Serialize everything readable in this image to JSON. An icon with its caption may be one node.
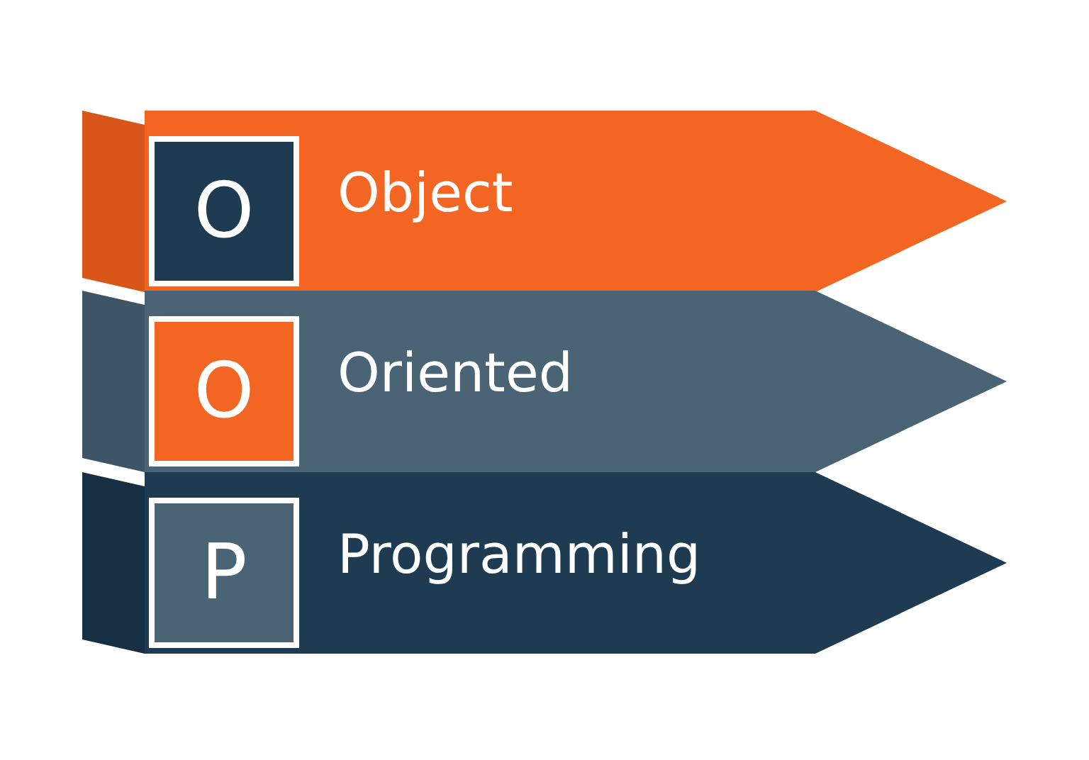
{
  "diagram": {
    "nodes": [
      {
        "text": [
          "Object"
        ]
      },
      {
        "text": [
          "O"
        ],
        "in": 0
      },
      {
        "text": [
          "Oriented"
        ]
      },
      {
        "text": [
          "O"
        ],
        "in": 2
      },
      {
        "text": [
          "Programming"
        ]
      },
      {
        "text": [
          "P"
        ],
        "in": 4
      }
    ]
  }
}
